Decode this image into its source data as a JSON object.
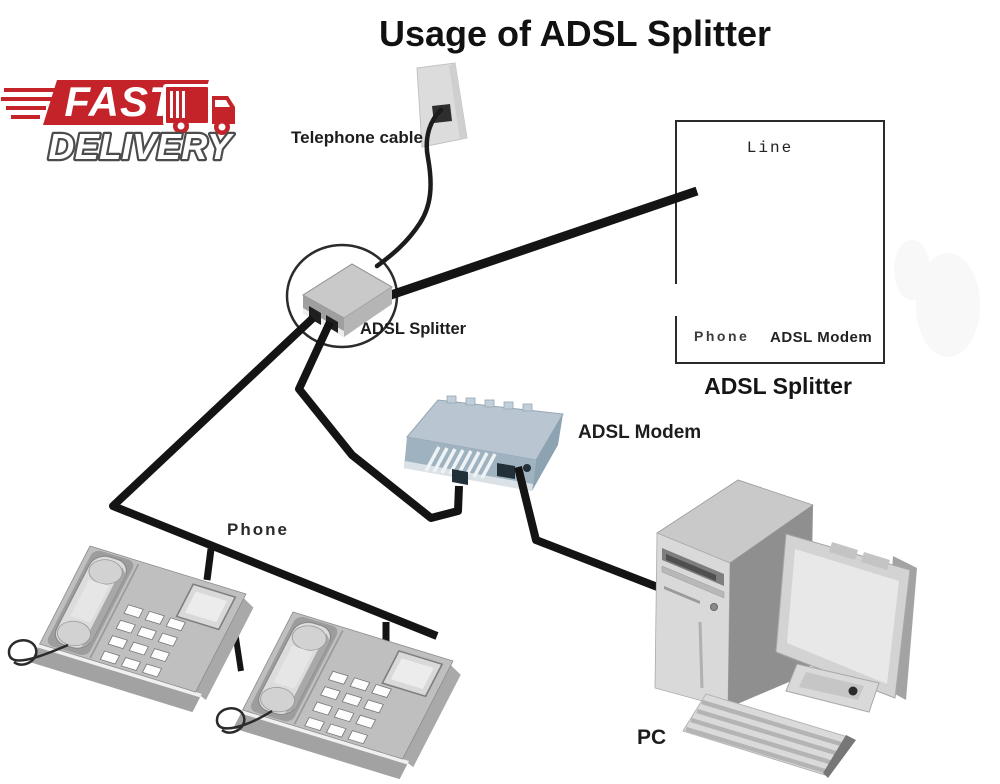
{
  "title": "Usage of ADSL Splitter",
  "logo": {
    "word_top": "FAST",
    "word_bottom": "DELIVERY"
  },
  "labels": {
    "telephone_cable": "Telephone cable",
    "splitter": "ADSL Splitter",
    "modem": "ADSL Modem",
    "phone_line": "Phone",
    "pc": "PC"
  },
  "schematic": {
    "port_line": "Line",
    "port_phone": "Phone",
    "port_modem": "ADSL Modem",
    "caption": "ADSL Splitter"
  },
  "colors": {
    "logo_red": "#c4232a",
    "cable_black": "#141414",
    "modem_blue_gray": "#b9c6d1",
    "device_gray": "#c9c9c9",
    "background": "#ffffff"
  }
}
